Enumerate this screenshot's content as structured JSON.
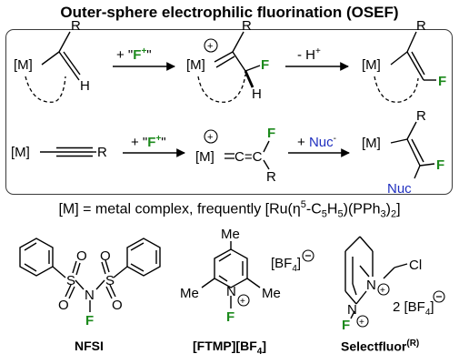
{
  "title": "Outer-sphere electrophilic fluorination (OSEF)",
  "scheme": {
    "metal": "[M]",
    "substituent_R": "R",
    "hydrogen": "H",
    "fluorine": "F",
    "nucleophile": "Nuc",
    "allene_core": "C=C",
    "reagent_fplus": "+ \"F+\"",
    "reagent_minus_h": "- H+",
    "reagent_nuc": "+ Nuc-"
  },
  "legend": {
    "prefix": "[M] = metal complex, frequently [Ru(η",
    "eta_sup": "5",
    "mid1": "-C",
    "sub5a": "5",
    "mid2": "H",
    "sub5b": "5",
    "mid3": ")(PPh",
    "sub3": "3",
    "mid4": ")",
    "sub2": "2",
    "suffix": "]"
  },
  "reagents": {
    "nfsi": {
      "name": "NFSI",
      "atoms": {
        "S": "S",
        "O": "O",
        "N": "N",
        "F": "F"
      }
    },
    "ftmp": {
      "name_pre": "[FTMP][BF",
      "name_sub": "4",
      "name_post": "]",
      "methyl": "Me",
      "counterion": "[BF4]",
      "atoms": {
        "N": "N",
        "F": "F"
      }
    },
    "selectfluor": {
      "name": "Selectfluor",
      "name_sup": "(R)",
      "chloro": "Cl",
      "counterion": "2 [BF4]",
      "atoms": {
        "N": "N",
        "F": "F"
      }
    }
  },
  "colors": {
    "fluorine": "#1c8a1c",
    "nucleophile": "#1f2fbf",
    "box": "#3a3a3a"
  }
}
